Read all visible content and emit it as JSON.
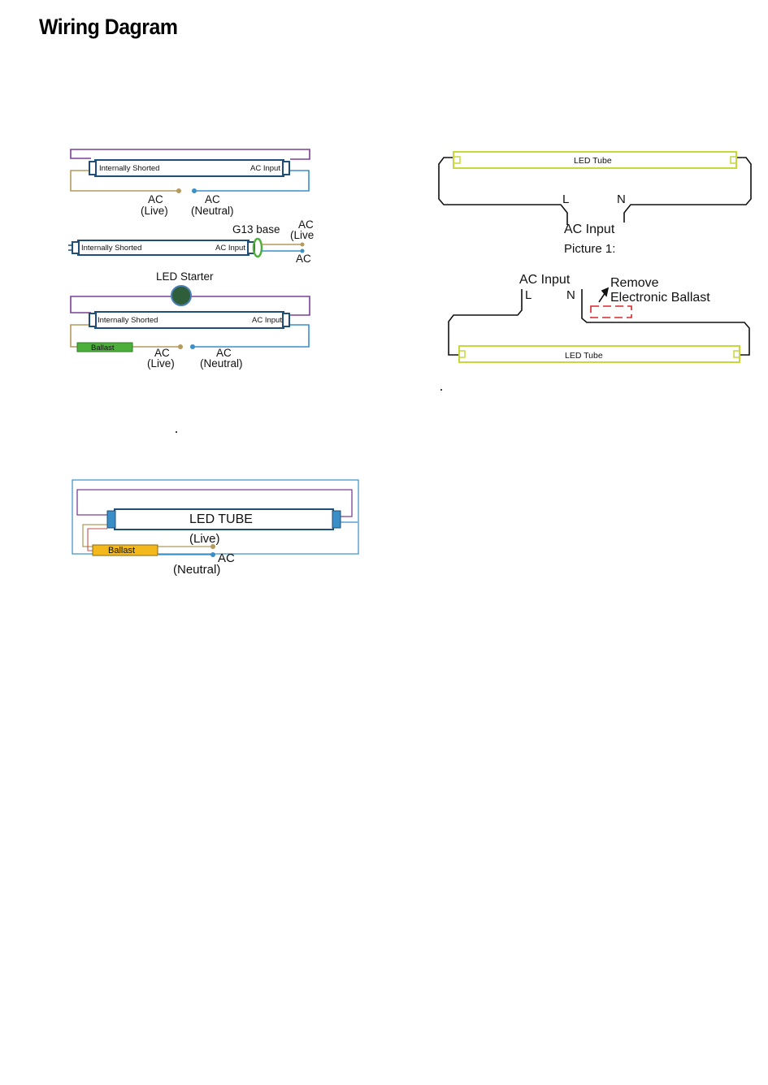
{
  "page": {
    "title": "Wiring Dagram"
  },
  "diagram1": {
    "tube_left": "Internally Shorted",
    "tube_right": "AC Input",
    "ac_live": "AC",
    "live": "(Live)",
    "ac_neutral": "AC",
    "neutral": "(Neutral)"
  },
  "diagram2": {
    "tube_left": "Internally Shorted",
    "tube_right": "AC Input",
    "base_label": "G13 base",
    "ac_top": "AC",
    "live": "(Live",
    "ac_bottom": "AC"
  },
  "diagram3": {
    "starter": "LED Starter",
    "tube_left": "Internally Shorted",
    "tube_right": "AC Input",
    "ballast": "Ballast",
    "ac_live": "AC",
    "live": "(Live)",
    "ac_neutral": "AC",
    "neutral": "(Neutral)"
  },
  "diagram4": {
    "tube": "LED TUBE",
    "live": "(Live)",
    "ballast": "Ballast",
    "ac": "AC",
    "neutral": "(Neutral)"
  },
  "picture1": {
    "tube": "LED Tube",
    "l": "L",
    "n": "N",
    "ac_input": "AC Input",
    "caption": "Picture 1:"
  },
  "picture2": {
    "ac_input": "AC Input",
    "l": "L",
    "n": "N",
    "remove": "Remove",
    "electronic_ballast": "Electronic Ballast",
    "tube": "LED Tube"
  },
  "colors": {
    "tube_blue": "#1f4e79",
    "wire_purple": "#7b3f98",
    "wire_tan": "#b59a5b",
    "wire_blue": "#3a8fc7",
    "ballast_green": "#4caf3a",
    "ballast_yellow": "#f2b81c",
    "starter_green": "#2e5e3a",
    "tube_yellow_green": "#c6d83a",
    "remove_red": "#d9262c"
  }
}
